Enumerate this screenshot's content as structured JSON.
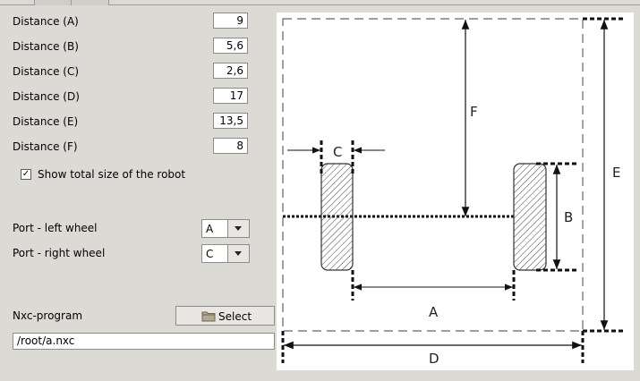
{
  "distances": [
    {
      "label": "Distance (A)",
      "value": "9"
    },
    {
      "label": "Distance (B)",
      "value": "5,6"
    },
    {
      "label": "Distance (C)",
      "value": "2,6"
    },
    {
      "label": "Distance (D)",
      "value": "17"
    },
    {
      "label": "Distance (E)",
      "value": "13,5"
    },
    {
      "label": "Distance (F)",
      "value": "8"
    }
  ],
  "show_total_size": {
    "label": "Show total size of the robot",
    "checked": true,
    "mark": "✓"
  },
  "ports": {
    "left": {
      "label": "Port - left wheel",
      "value": "A"
    },
    "right": {
      "label": "Port - right wheel",
      "value": "C"
    }
  },
  "nxc": {
    "label": "Nxc-program",
    "button_label": "Select",
    "button_icon": "folder-icon",
    "path": "/root/a.nxc"
  },
  "diagram": {
    "labels": {
      "a": "A",
      "b": "B",
      "c": "C",
      "d": "D",
      "e": "E",
      "f": "F"
    }
  }
}
